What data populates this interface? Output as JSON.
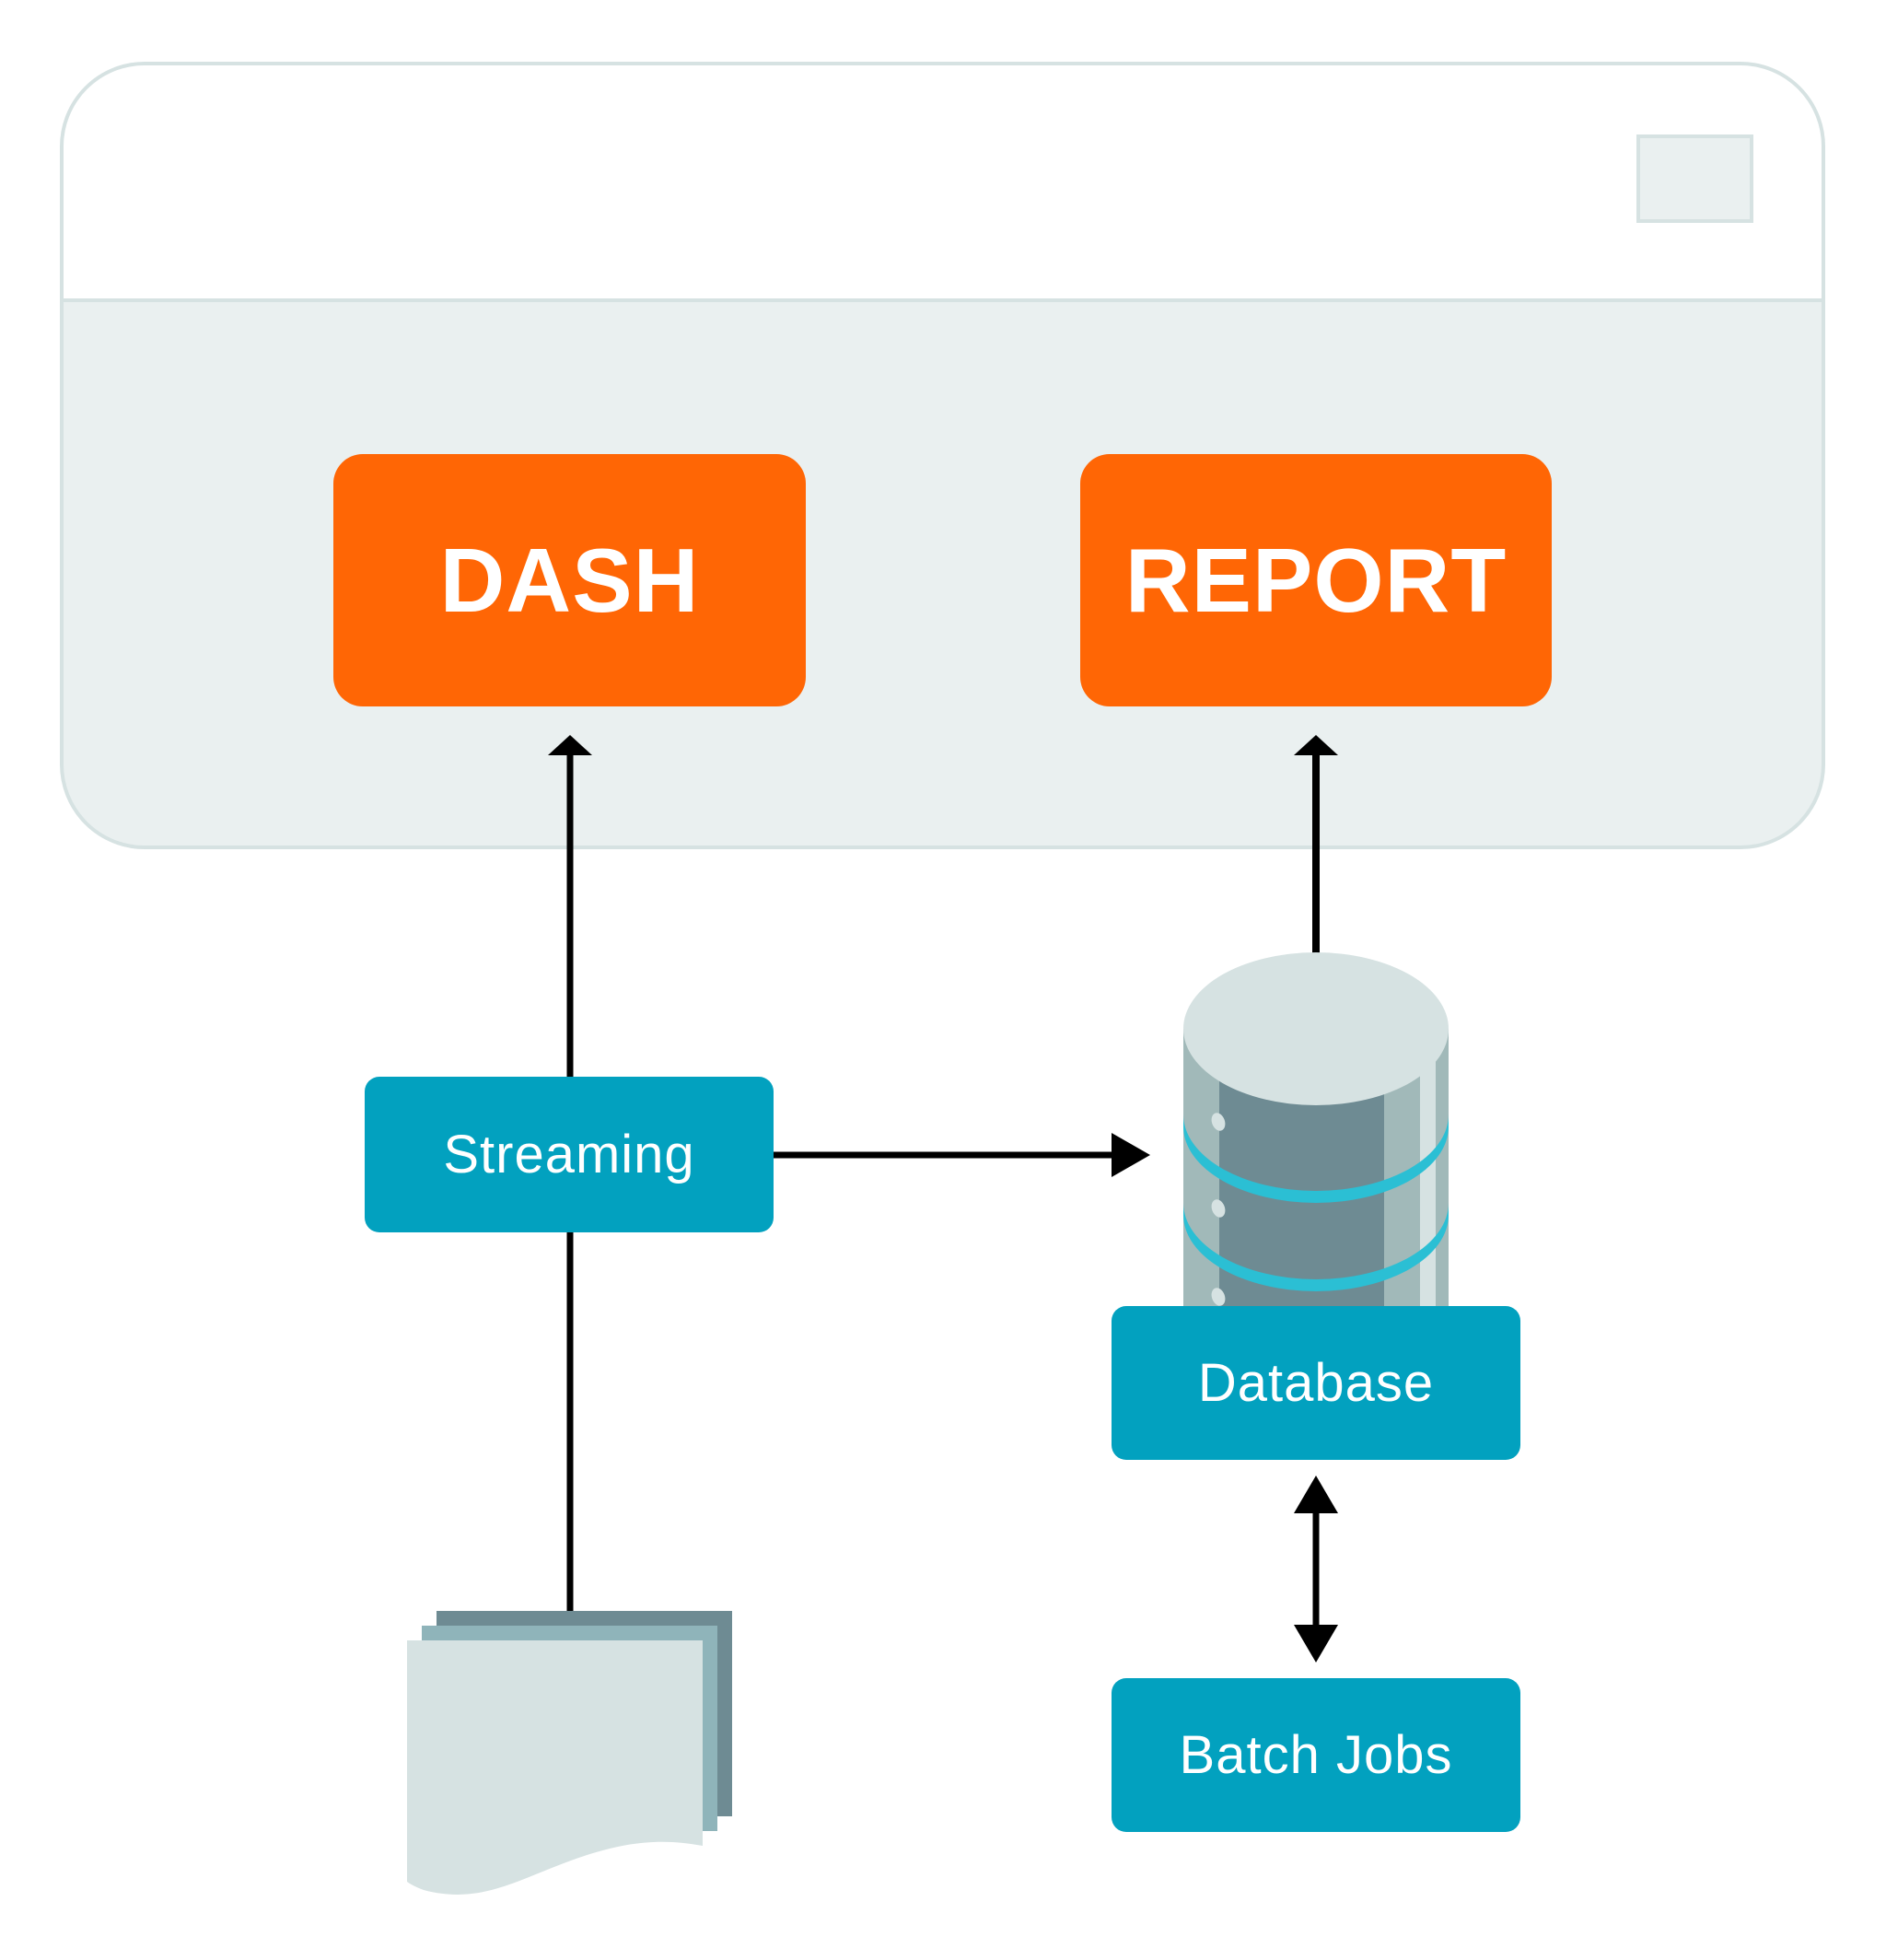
{
  "diagram": {
    "title": "",
    "window": {
      "description": "application window frame",
      "control_icon": "window-control-square"
    },
    "nodes": {
      "dash": {
        "label": "DASH",
        "color": "#ff6605"
      },
      "report": {
        "label": "REPORT",
        "color": "#ff6605"
      },
      "streaming": {
        "label": "Streaming",
        "color": "#02a1bf"
      },
      "database": {
        "label": "Database",
        "color": "#02a1bf",
        "icon": "database-cylinder-icon"
      },
      "batch_jobs": {
        "label": "Batch Jobs",
        "color": "#02a1bf"
      },
      "documents": {
        "icon": "document-stack-icon"
      }
    },
    "edges": [
      {
        "from": "documents",
        "to": "streaming",
        "direction": "forward"
      },
      {
        "from": "streaming",
        "to": "dash",
        "direction": "forward"
      },
      {
        "from": "streaming",
        "to": "database",
        "direction": "forward"
      },
      {
        "from": "database",
        "to": "report",
        "direction": "forward"
      },
      {
        "from": "database",
        "to": "batch_jobs",
        "direction": "bidirectional"
      }
    ],
    "colors": {
      "accent_orange": "#ff6605",
      "accent_teal": "#02a1bf",
      "window_border": "#d6e2e2",
      "window_fill": "#eaf0f0",
      "arrow": "#000000",
      "cylinder_stripe": "#2bbfd4"
    }
  }
}
